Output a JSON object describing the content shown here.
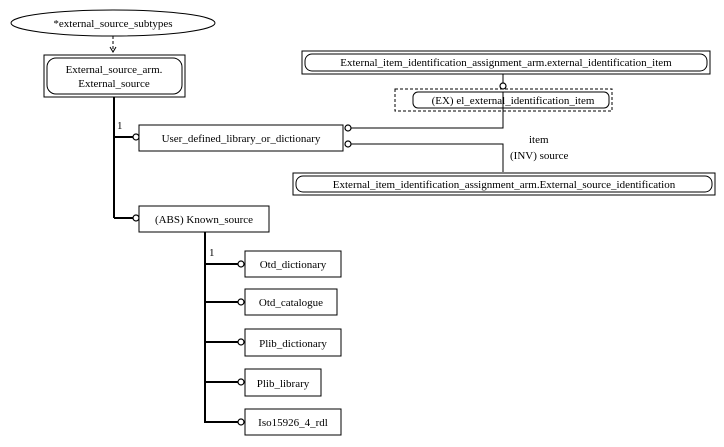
{
  "nodes": {
    "subtypes_ellipse": "*external_source_subtypes",
    "external_source_line1": "External_source_arm.",
    "external_source_line2": "External_source",
    "user_defined": "User_defined_library_or_dictionary",
    "known_source": "(ABS) Known_source",
    "ext_item": "External_item_identification_assignment_arm.external_identification_item",
    "el_ext": "(EX) el_external_identification_item",
    "ext_source_id": "External_item_identification_assignment_arm.External_source_identification",
    "otd_dictionary": "Otd_dictionary",
    "otd_catalogue": "Otd_catalogue",
    "plib_dictionary": "Plib_dictionary",
    "plib_library": "Plib_library",
    "iso15926": "Iso15926_4_rdl"
  },
  "labels": {
    "card1_top": "1",
    "card1_known": "1",
    "item": "item",
    "inv_source": "(INV) source"
  }
}
